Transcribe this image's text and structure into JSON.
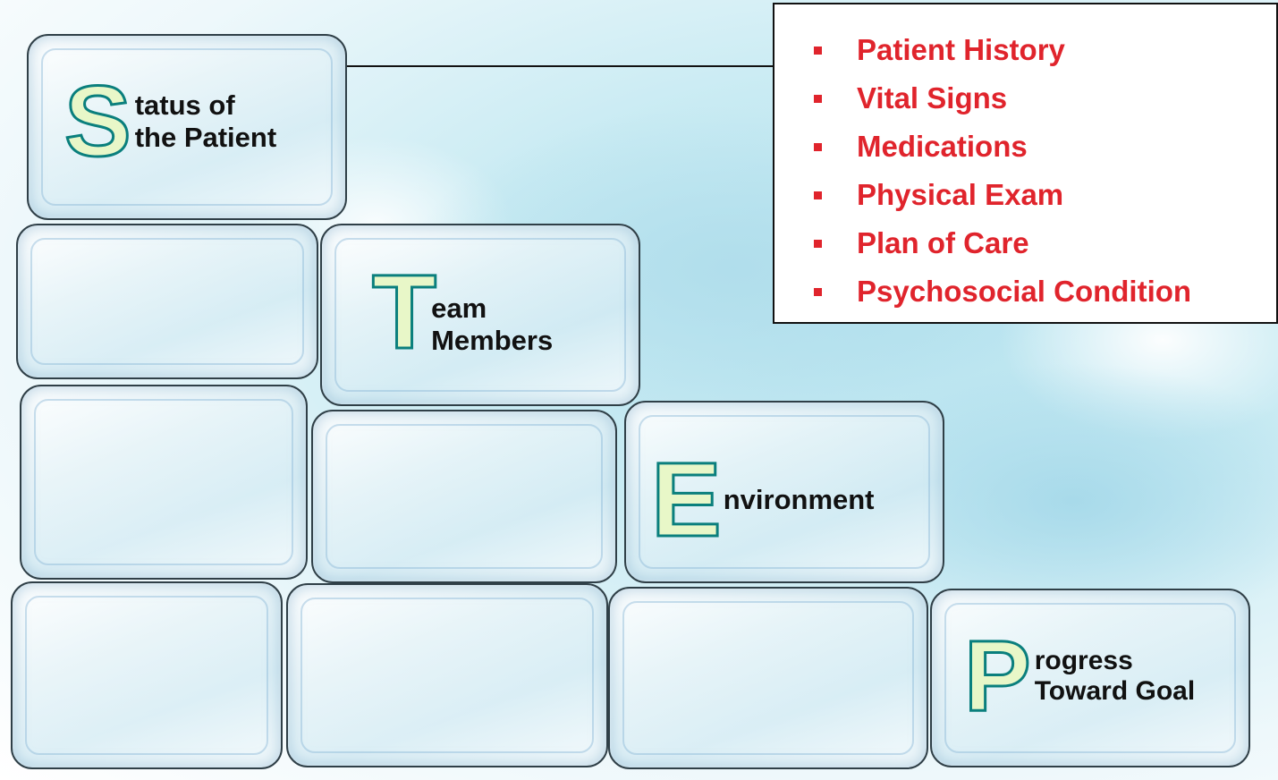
{
  "blocks": [
    {
      "letter": "S",
      "line1": "tatus of",
      "line2": "the Patient"
    },
    {
      "letter": "T",
      "line1": "eam",
      "line2": "Members"
    },
    {
      "letter": "E",
      "line1": "nvironment",
      "line2": ""
    },
    {
      "letter": "P",
      "line1": "rogress",
      "line2": "Toward Goal"
    }
  ],
  "callout": {
    "items": [
      "Patient History",
      "Vital Signs",
      "Medications",
      "Physical Exam",
      "Plan of Care",
      "Psychosocial Condition"
    ]
  },
  "colors": {
    "item_text": "#e0242c",
    "letter_fill": "#e8f7c8",
    "letter_outline": "#0a7f7d"
  }
}
